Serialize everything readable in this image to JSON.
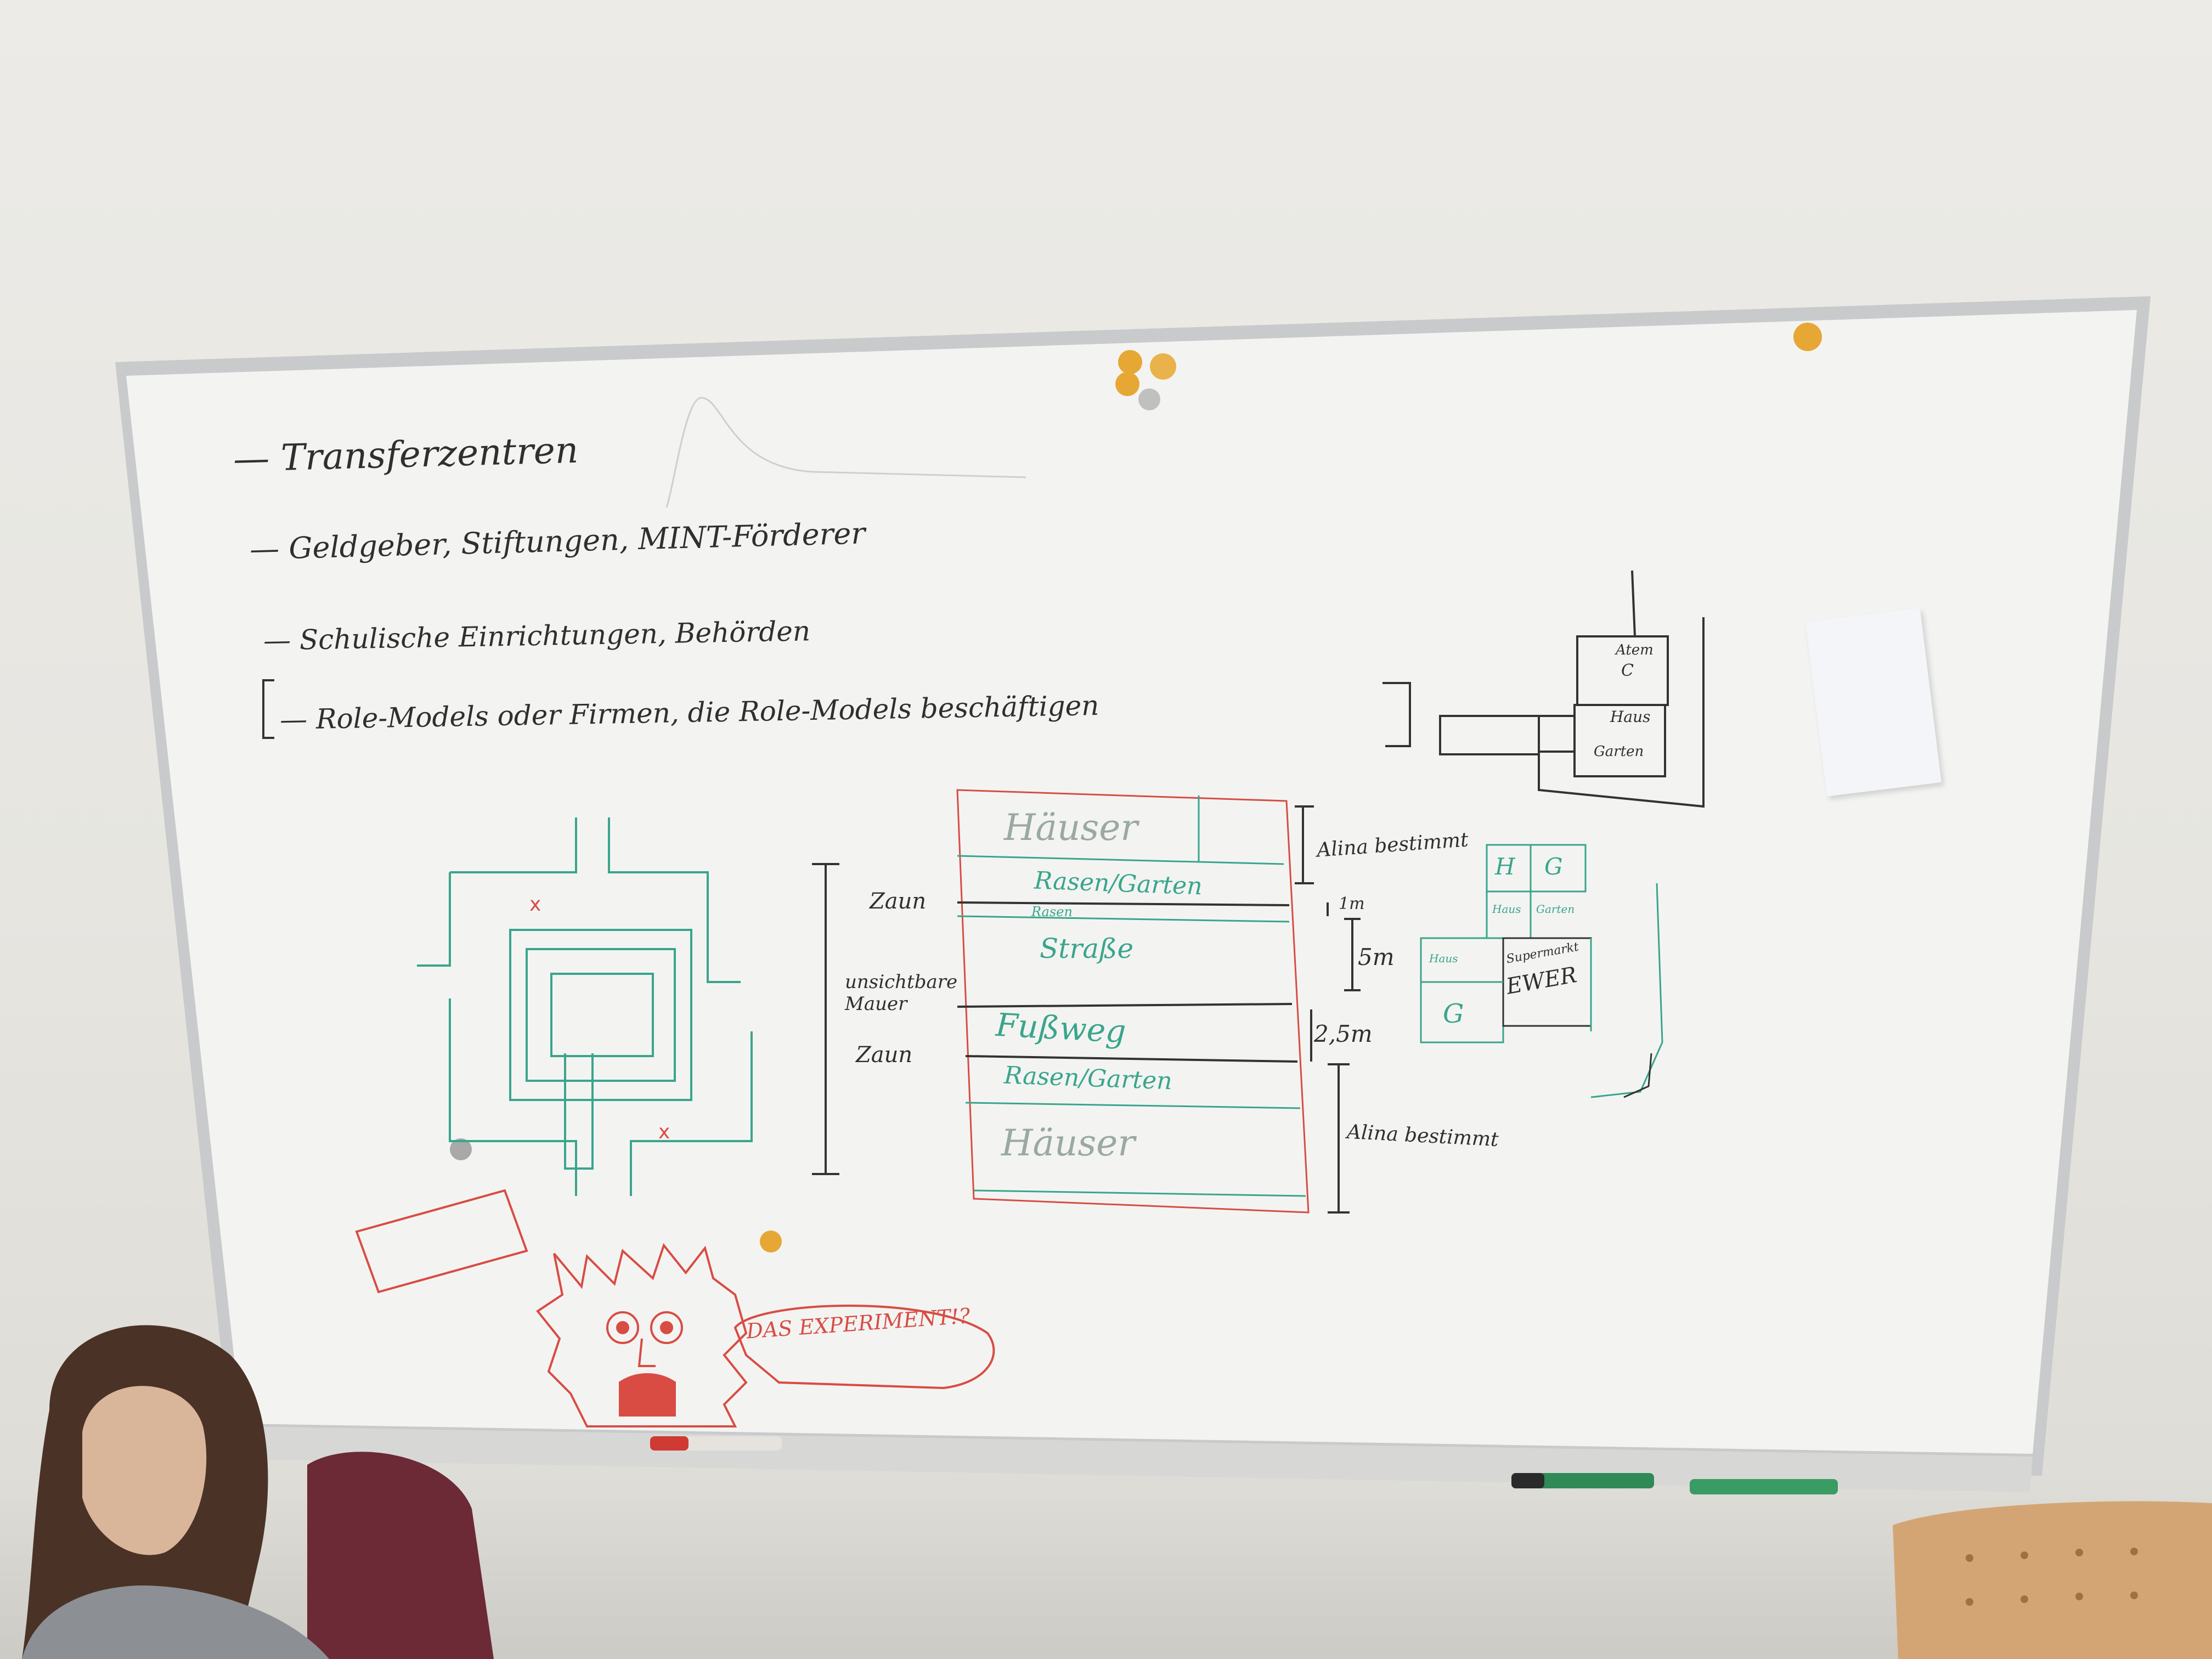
{
  "scene": {
    "colors": {
      "board": "#f3f4f2",
      "frame": "#c9cbcb",
      "ink_black": "#2f2f2f",
      "ink_green": "#3aa58c",
      "ink_red": "#d94c44",
      "magnet_orange": "#e6a735",
      "wall": "#e7e5e0"
    }
  },
  "whiteboard": {
    "list_items": [
      "— Transferzentren",
      "— Geldgeber, Stiftungen, MINT-Förderer",
      "— Schulische Einrichtungen, Behörden",
      "— Role-Models oder Firmen, die Role-Models beschäftigen"
    ],
    "street_plan": {
      "rows": [
        "Häuser",
        "Rasen/Garten",
        "Rasen",
        "Straße",
        "Fußweg",
        "Rasen/Garten",
        "Häuser"
      ],
      "left_labels": [
        "Zaun",
        "unsichtbare Mauer",
        "Zaun"
      ],
      "right_labels": [
        "Alina bestimmt",
        "1m",
        "5m",
        "2,5m",
        "Alina bestimmt"
      ]
    },
    "grid_sketch": {
      "cells": [
        "H",
        "G",
        "Haus",
        "Garten",
        "Haus",
        "G",
        "Supermarkt",
        "EWER"
      ]
    },
    "top_right_sketch": {
      "labels": [
        "Atem",
        "C",
        "Haus",
        "Garten"
      ]
    },
    "cartoon": {
      "speech": "DAS EXPERIMENT!?"
    }
  }
}
